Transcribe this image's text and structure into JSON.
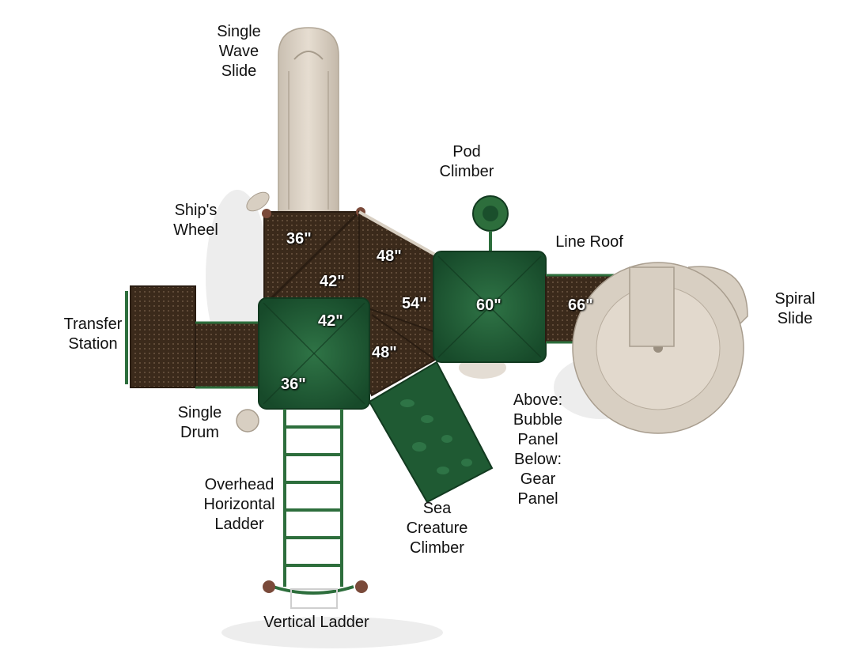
{
  "labels": {
    "single_wave_slide": "Single\nWave\nSlide",
    "pod_climber": "Pod\nClimber",
    "ships_wheel": "Ship's\nWheel",
    "line_roof": "Line Roof",
    "spiral_slide": "Spiral\nSlide",
    "transfer_station": "Transfer\nStation",
    "single_drum": "Single\nDrum",
    "bubble_gear_panel": "Above:\nBubble\nPanel\nBelow:\nGear\nPanel",
    "overhead_horizontal_ladder": "Overhead\nHorizontal\nLadder",
    "sea_creature_climber": "Sea\nCreature\nClimber",
    "vertical_ladder": "Vertical Ladder"
  },
  "heights": {
    "deck_top_left": "36\"",
    "ramp_upper": "48\"",
    "deck_mid_upper": "42\"",
    "roof_left_top": "42\"",
    "ramp_center": "54\"",
    "roof_right": "60\"",
    "deck_right": "66\"",
    "ramp_lower": "48\"",
    "roof_left_bottom": "36\""
  },
  "colors": {
    "roof_green": "#1f5a33",
    "deck_brown": "#3d2b1c",
    "tan_plastic": "#d8cfc2",
    "rail_green": "#2d6e3c"
  }
}
